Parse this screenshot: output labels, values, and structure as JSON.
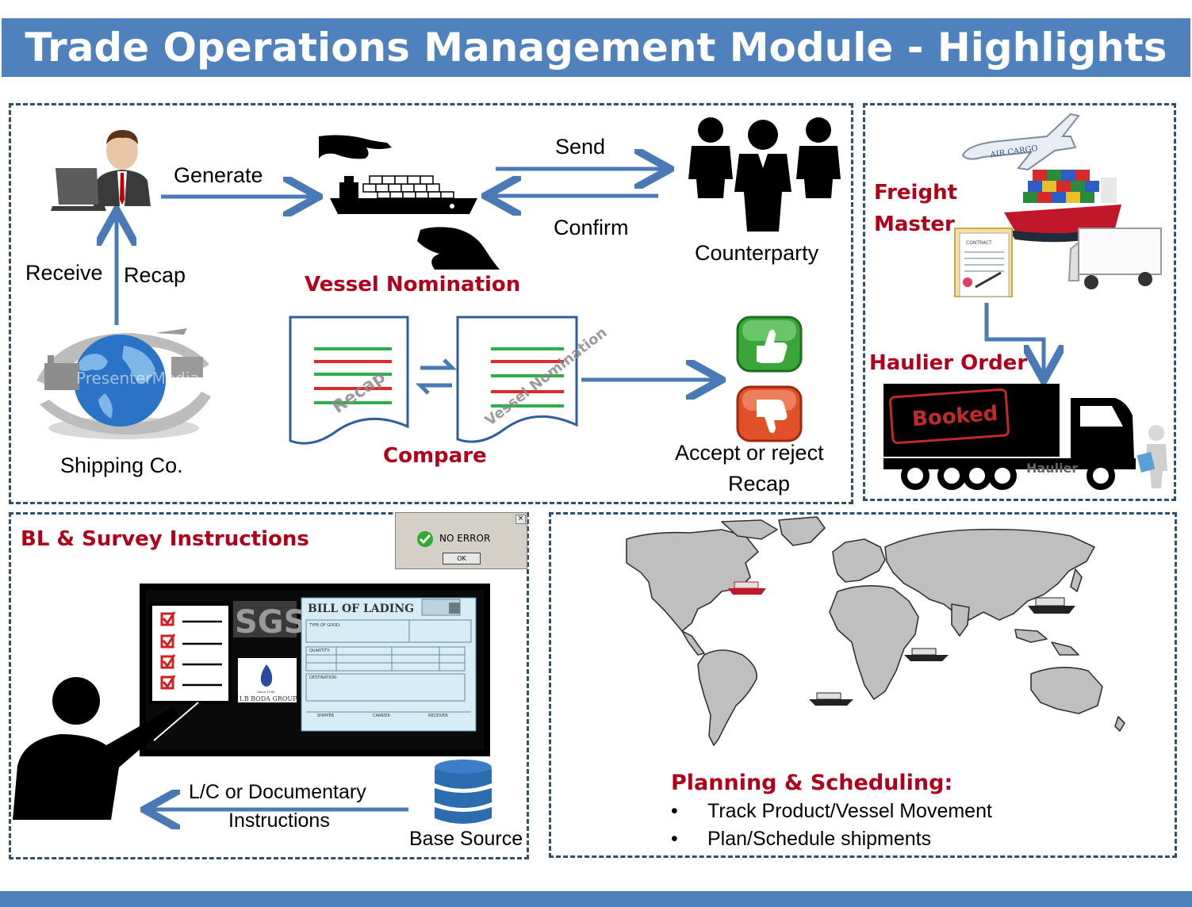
{
  "title": "Trade Operations Management Module - Highlights",
  "vessel_panel": {
    "generate": "Generate",
    "send": "Send",
    "confirm": "Confirm",
    "counterparty": "Counterparty",
    "receive": "Receive",
    "recap": "Recap",
    "vessel_nomination": "Vessel Nomination",
    "shipping_co": "Shipping Co.",
    "compare": "Compare",
    "doc1_watermark": "Recap",
    "doc2_watermark": "Vessel Nomination",
    "globe_watermark": "PresenterMedia",
    "accept_reject_line1": "Accept or reject",
    "accept_reject_line2": "Recap"
  },
  "freight_panel": {
    "freight_master_line1": "Freight",
    "freight_master_line2": "Master",
    "air_cargo": "AIR CARGO",
    "contract": "CONTRACT",
    "haulier_order": "Haulier Order",
    "booked": "Booked",
    "haulier": "Haulier"
  },
  "bl_panel": {
    "title": "BL & Survey Instructions",
    "no_error": "NO ERROR",
    "ok": "OK",
    "sgs": "SGS",
    "bill_of_lading": "BILL OF LADING",
    "type_of_good": "TYPE OF GOOD:",
    "quantity": "QUANTITY:",
    "destination": "DESTINATION:",
    "shipper": "SHIPPER",
    "carrier": "CARRIER",
    "receiver": "RECEIVER",
    "since": "Since 1943",
    "boda": "I.B BODA GROUP",
    "lc_line1": "L/C or Documentary",
    "lc_line2": "Instructions",
    "base_source": "Base Source"
  },
  "planning_panel": {
    "title": "Planning & Scheduling:",
    "bullets": [
      "Track Product/Vessel Movement",
      "Plan/Schedule shipments"
    ]
  },
  "colors": {
    "accent": "#4f81bd",
    "arrow": "#4a7ab5",
    "emphasis": "#b0001a",
    "panel_border": "#2f4f6f"
  }
}
